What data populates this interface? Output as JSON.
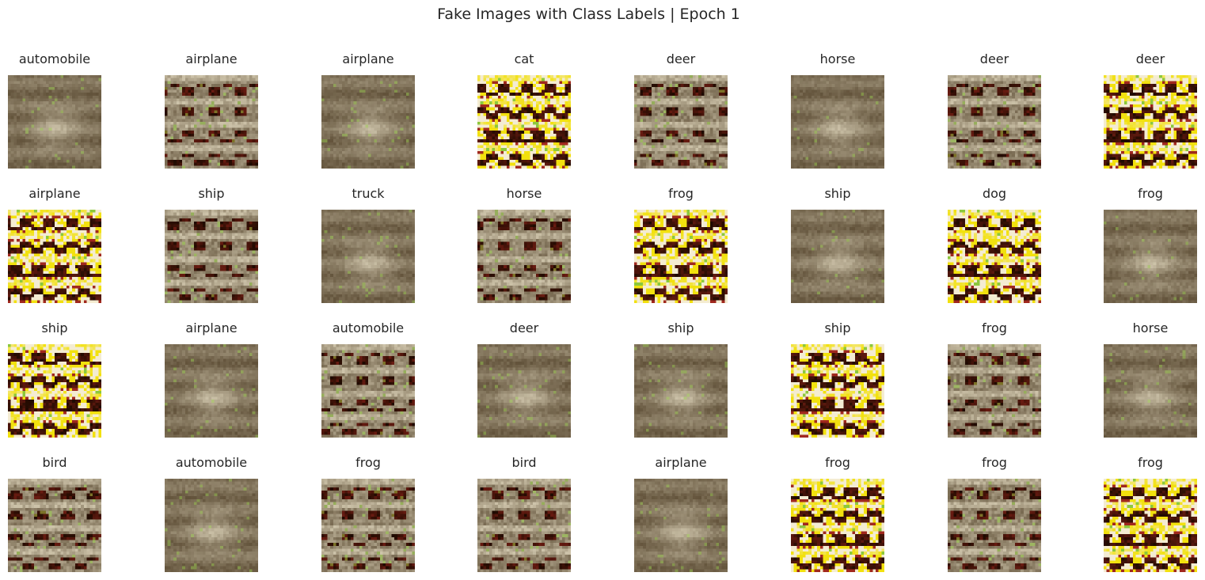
{
  "figure": {
    "title": "Fake Images with Class Labels | Epoch 1"
  },
  "grid": {
    "rows": 4,
    "cols": 8
  },
  "palette": {
    "background": "#ffffff",
    "text": "#262626",
    "dark": "#1e0a00",
    "mud": "#5a4a32",
    "cream": "#f4ecd2",
    "yellow": "#f2e10e",
    "green": "#8cc83c",
    "red": "#a0281e"
  },
  "tiles": [
    {
      "label": "automobile",
      "style": "blurry",
      "seed": 11
    },
    {
      "label": "airplane",
      "style": "banded",
      "seed": 12
    },
    {
      "label": "airplane",
      "style": "blurry",
      "seed": 13
    },
    {
      "label": "cat",
      "style": "vivid",
      "seed": 14
    },
    {
      "label": "deer",
      "style": "banded",
      "seed": 15
    },
    {
      "label": "horse",
      "style": "blurry",
      "seed": 16
    },
    {
      "label": "deer",
      "style": "banded",
      "seed": 17
    },
    {
      "label": "deer",
      "style": "vivid",
      "seed": 18
    },
    {
      "label": "airplane",
      "style": "vivid",
      "seed": 21
    },
    {
      "label": "ship",
      "style": "banded",
      "seed": 22
    },
    {
      "label": "truck",
      "style": "blurry",
      "seed": 23
    },
    {
      "label": "horse",
      "style": "banded",
      "seed": 24
    },
    {
      "label": "frog",
      "style": "vivid",
      "seed": 25
    },
    {
      "label": "ship",
      "style": "blurry",
      "seed": 26
    },
    {
      "label": "dog",
      "style": "vivid",
      "seed": 27
    },
    {
      "label": "frog",
      "style": "blurry",
      "seed": 28
    },
    {
      "label": "ship",
      "style": "vivid",
      "seed": 31
    },
    {
      "label": "airplane",
      "style": "blurry",
      "seed": 32
    },
    {
      "label": "automobile",
      "style": "banded",
      "seed": 33
    },
    {
      "label": "deer",
      "style": "blurry",
      "seed": 34
    },
    {
      "label": "ship",
      "style": "blurry",
      "seed": 35
    },
    {
      "label": "ship",
      "style": "vivid",
      "seed": 36
    },
    {
      "label": "frog",
      "style": "banded",
      "seed": 37
    },
    {
      "label": "horse",
      "style": "blurry",
      "seed": 38
    },
    {
      "label": "bird",
      "style": "banded",
      "seed": 41
    },
    {
      "label": "automobile",
      "style": "blurry",
      "seed": 42
    },
    {
      "label": "frog",
      "style": "banded",
      "seed": 43
    },
    {
      "label": "bird",
      "style": "banded",
      "seed": 44
    },
    {
      "label": "airplane",
      "style": "blurry",
      "seed": 45
    },
    {
      "label": "frog",
      "style": "vivid",
      "seed": 46
    },
    {
      "label": "frog",
      "style": "banded",
      "seed": 47
    },
    {
      "label": "frog",
      "style": "vivid",
      "seed": 48
    }
  ]
}
